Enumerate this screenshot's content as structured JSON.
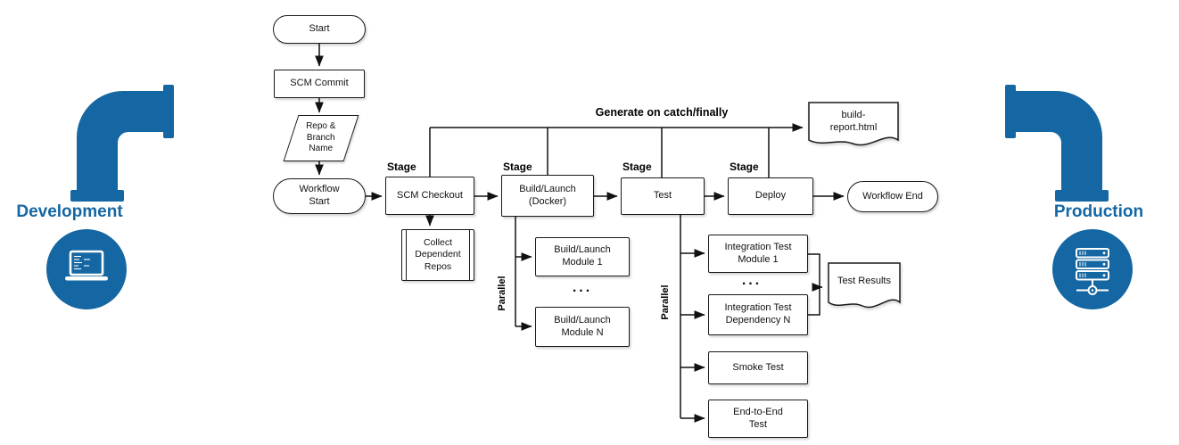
{
  "pipeline": {
    "development_label": "Development",
    "production_label": "Production",
    "pipe_color": "#1467a2"
  },
  "flow": {
    "start": "Start",
    "scm_commit": "SCM Commit",
    "repo_branch": "Repo &\nBranch\nName",
    "workflow_start": "Workflow\nStart",
    "stage_label": "Stage",
    "scm_checkout": "SCM Checkout",
    "build_launch": "Build/Launch\n(Docker)",
    "test": "Test",
    "deploy": "Deploy",
    "workflow_end": "Workflow End",
    "generate_note": "Generate on catch/finally",
    "build_report": "build-\nreport.html",
    "collect_repos": "Collect\nDependent\nRepos",
    "parallel_label": "Parallel",
    "build_module_1": "Build/Launch\nModule 1",
    "build_module_n": "Build/Launch\nModule N",
    "ellipsis": "...",
    "integration_module_1": "Integration Test\nModule 1",
    "integration_dep_n": "Integration Test\nDependency N",
    "smoke_test": "Smoke Test",
    "e2e_test": "End-to-End\nTest",
    "test_results": "Test Results"
  }
}
